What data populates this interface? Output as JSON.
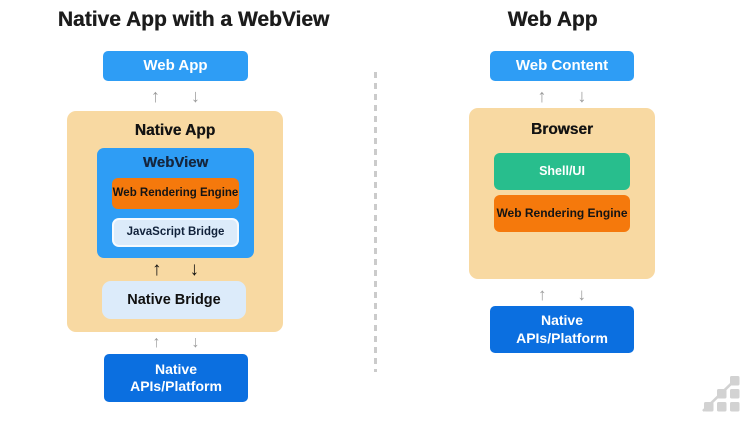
{
  "glyphs": {
    "arrow_up": "↑",
    "arrow_down": "↓"
  },
  "colors": {
    "bright_blue": "#2E9DF5",
    "dark_blue": "#0B6FE0",
    "tan": "#F8D9A2",
    "orange": "#F5790C",
    "light_blue": "#DCEBFA",
    "green": "#28BE8D",
    "divider_gray": "#CBCBCB",
    "arrow_gray": "#9B9B9B",
    "logo_gray": "#D2D2D2"
  },
  "icons": {
    "logo": "growth-squares-logo"
  },
  "left_panel": {
    "title": "Native App with a WebView",
    "web_app": "Web App",
    "native_app_container": "Native App",
    "webview": "WebView",
    "web_rendering_engine": "Web Rendering Engine",
    "javascript_bridge": "JavaScript Bridge",
    "native_bridge": "Native Bridge",
    "native_apis_line1": "Native",
    "native_apis_line2": "APIs/Platform"
  },
  "right_panel": {
    "title": "Web App",
    "web_content": "Web Content",
    "browser_container": "Browser",
    "shell_ui": "Shell/UI",
    "web_rendering_engine": "Web Rendering Engine",
    "native_apis_line1": "Native",
    "native_apis_line2": "APIs/Platform"
  }
}
